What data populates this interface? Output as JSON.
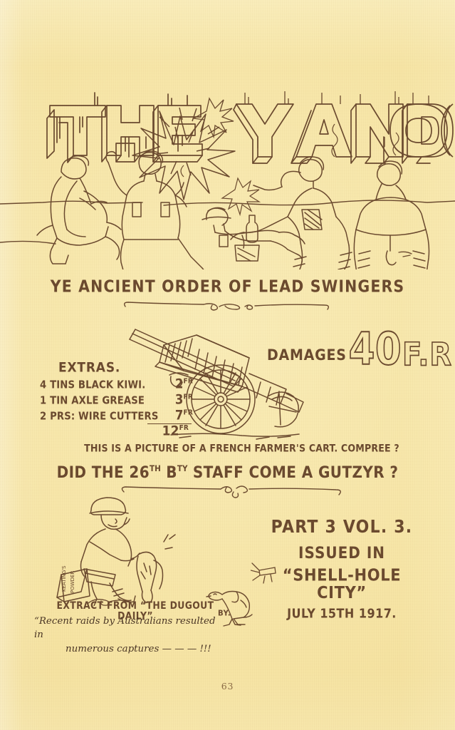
{
  "page": {
    "folio": "63",
    "paper_color": "#f6e4a4",
    "ink_color": "#6b4a2f"
  },
  "masthead": {
    "title": "THE YANDOO",
    "title_visible": "THE  YANDOO",
    "word_1": "THE",
    "word_2": "YANDOO",
    "note": "outline drop-shadow capitals, right edge cropped by page trim",
    "starburst": "shell-burst star between words"
  },
  "scene": {
    "name": "soldiers lounging in a shell-hole",
    "figures": [
      "seated soldier in cap, knees drawn up, facing right",
      "central soldier with raised arm holding a cup, legs sprawled, puttees and boots",
      "prone soldier in steel helmet lying face down",
      "reclining soldier propped on elbow with bottle beside him",
      "hunched soldier seated with arms folded over knees"
    ]
  },
  "subtitle": "YE ANCIENT ORDER OF LEAD SWINGERS",
  "damages": {
    "label": "DAMAGES",
    "amount": "40",
    "currency": "F.R"
  },
  "extras": {
    "heading": "EXTRAS.",
    "rows": [
      {
        "qty_desc": "4 TINS BLACK KIWI.",
        "amount": "2",
        "unit": "FR"
      },
      {
        "qty_desc": "1 TIN AXLE GREASE",
        "amount": "3",
        "unit": "FR"
      },
      {
        "qty_desc": "2 PRS: WIRE CUTTERS",
        "amount": "7",
        "unit": "FR"
      }
    ],
    "total": "12",
    "total_unit": "FR"
  },
  "cart": {
    "caption": "THIS IS A PICTURE OF A FRENCH FARMER'S CART.  COMPREE ?",
    "illustration": "two-wheeled French farm cart with spoked wheels and raised shafts"
  },
  "gutzyr": {
    "line": "DID THE 26",
    "sup1": "TH",
    "line2": " B",
    "sup2": "TY",
    "line3": " STAFF COME A GUTZYR ?"
  },
  "issue": {
    "part_vol": "PART 3   VOL. 3.",
    "issued_in": "ISSUED IN",
    "place": "“SHELL-HOLE CITY”",
    "date": "JULY 15TH 1917."
  },
  "extract": {
    "heading": "EXTRACT FROM “THE DUGOUT DAILY”",
    "quote_line_1": "“Recent raids by Australians resulted in",
    "quote_line_2": "numerous captures — — — !!!",
    "byline": "BY.",
    "illustration_goose": "running goose",
    "illustration_plucker": "soldier in steel helmet seated on a Keating's Powder box plucking a goose",
    "box_label": "KEATING'S POWDER"
  }
}
